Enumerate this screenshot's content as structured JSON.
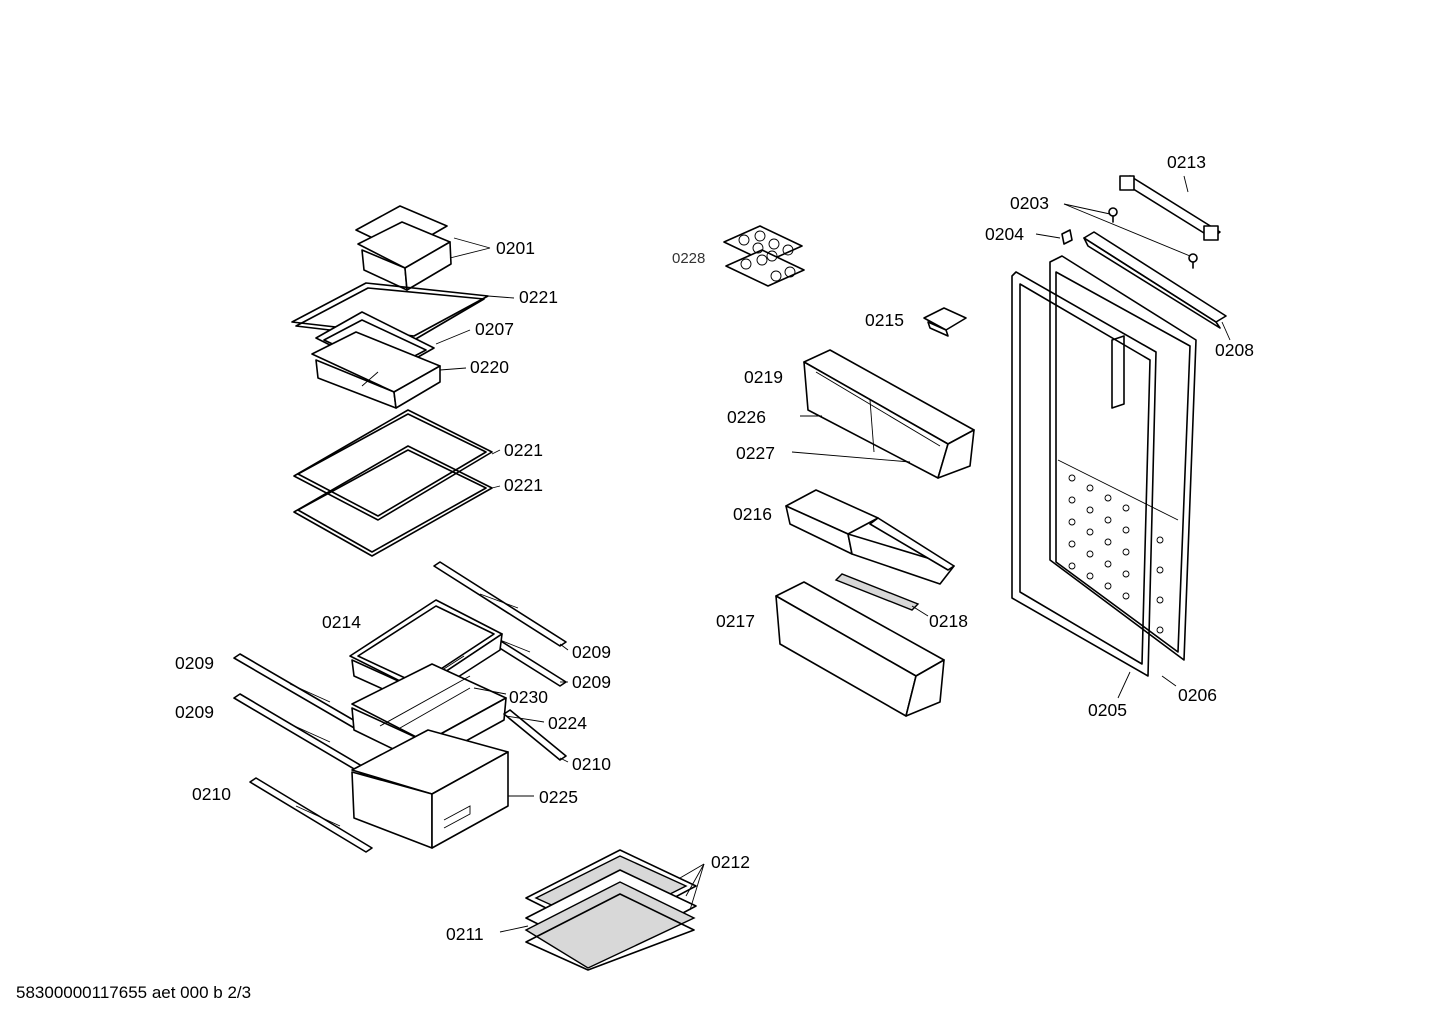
{
  "footer": "58300000117655 aet 000 b 2/3",
  "labels": {
    "p0201": "0201",
    "p0221a": "0221",
    "p0207": "0207",
    "p0220": "0220",
    "p0221b": "0221",
    "p0221c": "0221",
    "p0214": "0214",
    "p0209a": "0209",
    "p0209b": "0209",
    "p0209c": "0209",
    "p0209d": "0209",
    "p0230": "0230",
    "p0224": "0224",
    "p0210a": "0210",
    "p0210b": "0210",
    "p0225": "0225",
    "p0212": "0212",
    "p0211": "0211",
    "p0228": "0228",
    "p0215": "0215",
    "p0219": "0219",
    "p0226": "0226",
    "p0227": "0227",
    "p0216": "0216",
    "p0217": "0217",
    "p0218": "0218",
    "p0213": "0213",
    "p0203": "0203",
    "p0204": "0204",
    "p0208": "0208",
    "p0205": "0205",
    "p0206": "0206"
  }
}
